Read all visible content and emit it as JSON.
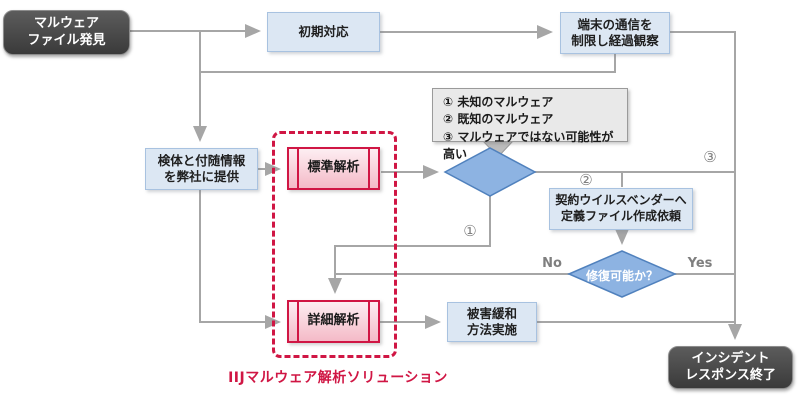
{
  "diagram": {
    "type": "flowchart",
    "language": "ja",
    "colors": {
      "line_gray": "#a6a6a6",
      "process_fill": "#dce7f3",
      "process_border": "#a8c2e0",
      "diamond_fill": "#8db3e2",
      "diamond_border": "#5081bd",
      "dark_node_fill": "#3f3f3f",
      "accent_red": "#d01644",
      "callout_fill": "#e9e9e9"
    }
  },
  "nodes": {
    "start": {
      "lines": [
        "マルウェア",
        "ファイル発見"
      ]
    },
    "initial_response": {
      "label": "初期対応"
    },
    "observe": {
      "lines": [
        "端末の通信を",
        "制限し経過観察"
      ]
    },
    "provide_sample": {
      "lines": [
        "検体と付随情報",
        "を弊社に提供"
      ]
    },
    "standard_analysis": {
      "label": "標準解析"
    },
    "detailed_analysis": {
      "label": "詳細解析"
    },
    "vendor_request": {
      "lines": [
        "契約ウイルスベンダーへ",
        "定義ファイル作成依頼"
      ]
    },
    "repair_decision": {
      "label": "修復可能か？"
    },
    "mitigation": {
      "lines": [
        "被害緩和",
        "方法実施"
      ]
    },
    "end": {
      "lines": [
        "インシデント",
        "レスポンス終了"
      ]
    }
  },
  "callout": {
    "lines": [
      "① 未知のマルウェア",
      "② 既知のマルウェア",
      "③ マルウェアではない可能性が高い"
    ]
  },
  "branch_labels": {
    "one": "①",
    "two": "②",
    "three": "③",
    "no": "No",
    "yes": "Yes"
  },
  "solution_label": "IIJマルウェア解析ソリューション"
}
